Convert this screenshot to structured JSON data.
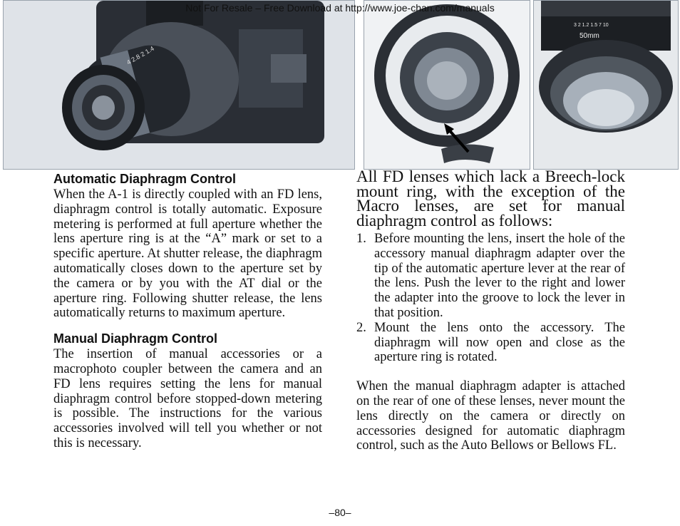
{
  "watermark": "Not For Resale – Free Download at http://www.joe-chan.com/manuals",
  "photos": {
    "camera": {
      "lens_markings": "4 2.8 2 1.4"
    },
    "rear_lens": {},
    "lens_closeup": {
      "markings": "50mm",
      "scale": "3 2 1.2 1.5 7 10"
    }
  },
  "left": {
    "automatic": {
      "heading": "Automatic Diaphragm Control",
      "text": "When the A-1 is directly coupled with an FD lens, diaphragm control is totally automatic. Exposure metering is performed at full aperture whether the lens aperture ring is at the “A” mark or set to a specific aperture. At shutter release, the diaphragm automatically closes down to the aperture set by the camera or by you with the AT dial or the aperture ring. Following shutter release, the lens automatically returns to maximum aperture."
    },
    "manual": {
      "heading": "Manual Diaphragm Control",
      "text": "The insertion of manual accessories or a macrophoto coupler between the camera and an FD lens requires setting the lens for manual diaphragm control before stopped-down metering is possible. The instructions for the various accessories involved will tell you whether or not this is necessary."
    }
  },
  "right": {
    "intro": "All FD lenses which lack a Breech-lock mount ring, with the exception of the Macro lenses, are set for manual diaphragm control as follows:",
    "steps": [
      {
        "num": "1.",
        "text": "Before mounting the lens, insert the hole of the accessory manual diaphragm adapter over the tip of the automatic aperture lever at the rear of the lens. Push the lever to the right and lower the adapter into the groove to lock the lever in that position."
      },
      {
        "num": "2.",
        "text": "Mount the lens onto the accessory. The diaphragm will now open and close as the aperture ring is rotated."
      }
    ],
    "after": "When the manual diaphragm adapter is attached on the rear of one of these lenses, never mount the lens directly on the camera or directly on accessories designed for automatic diaphragm control, such as the Auto Bellows or Bellows FL."
  },
  "footer": {
    "page_number": "–80–"
  }
}
